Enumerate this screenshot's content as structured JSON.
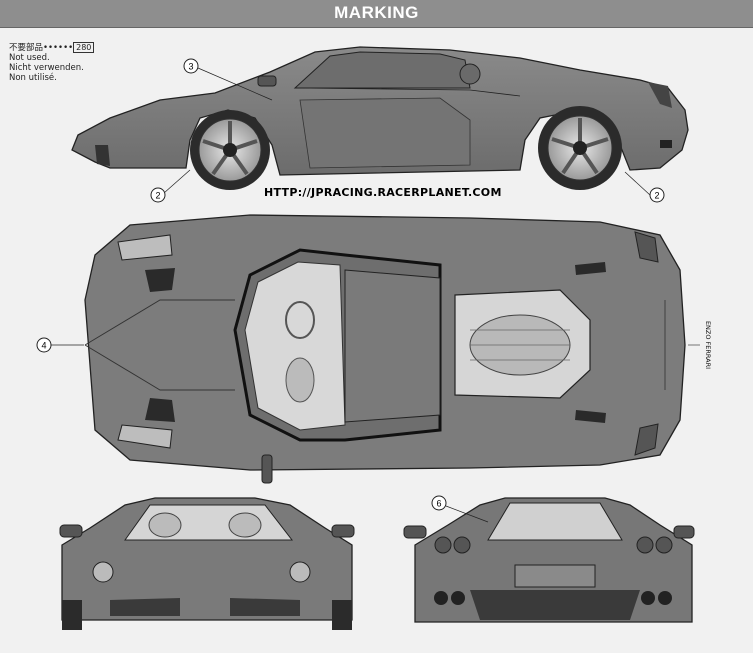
{
  "header": {
    "title": "MARKING"
  },
  "note": {
    "jp_prefix": "不要部品",
    "dots": "••••••",
    "part_number": "280",
    "lines": [
      "Not used.",
      "Nicht verwenden.",
      "Non utilisé."
    ]
  },
  "watermark": "HTTP://JPRACING.RACERPLANET.COM",
  "callouts": {
    "side_top": "3",
    "side_front": "2",
    "side_rear": "2",
    "top_nose": "4",
    "rear_view": "6"
  },
  "plate_text": "ENZO FERRARI",
  "colors": {
    "body": "#7a7a7a",
    "body_dark": "#5a5a5a",
    "title_bar": "#8e8e8e",
    "ink": "#1a1a1a"
  }
}
